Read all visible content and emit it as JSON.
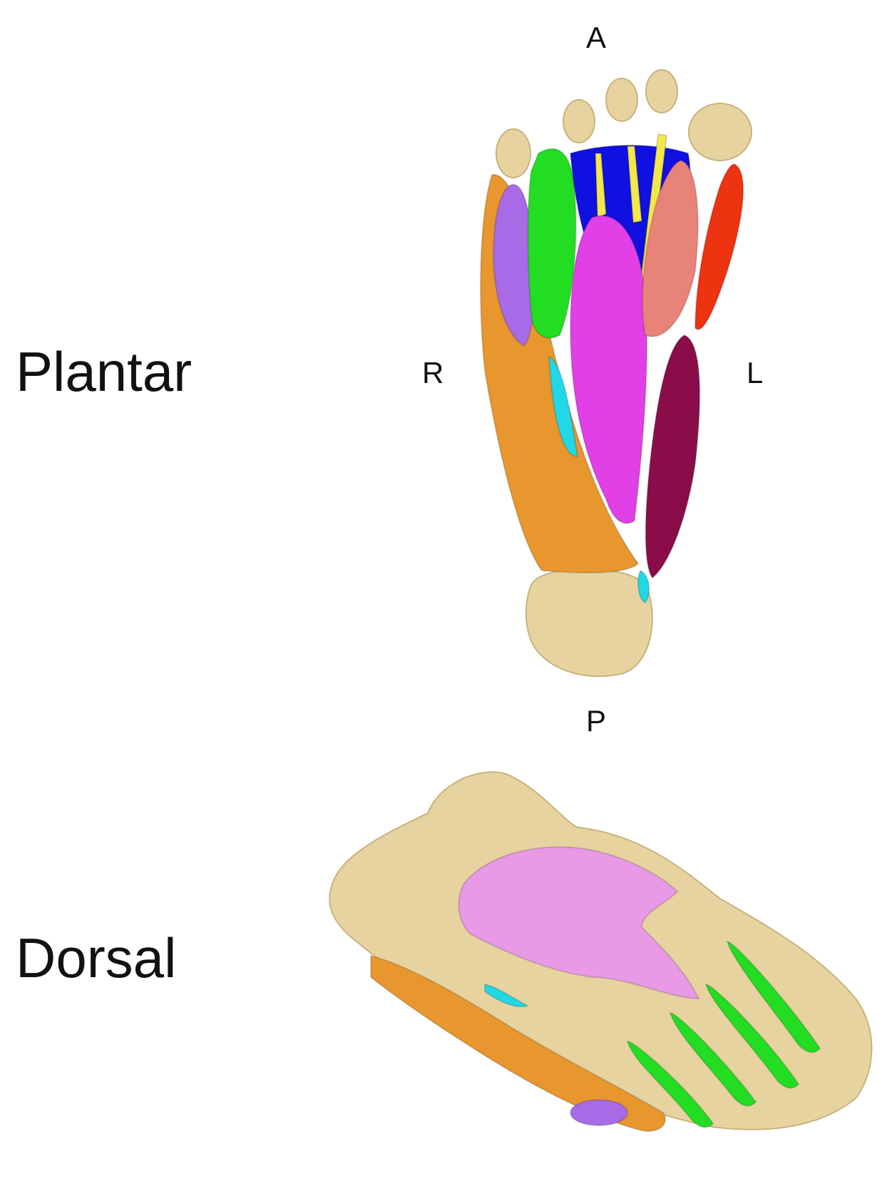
{
  "views": {
    "plantar": {
      "title": "Plantar"
    },
    "dorsal": {
      "title": "Dorsal"
    }
  },
  "orientation": {
    "anterior": "A",
    "posterior": "P",
    "right": "R",
    "left": "L"
  },
  "colors": {
    "bone": "#e6d3a0",
    "bone_shadow": "#c9b37d",
    "orange": "#e8962e",
    "violet": "#a86ae6",
    "green": "#22dd22",
    "blue": "#1010e0",
    "yellow": "#f2e84a",
    "magenta": "#e040e6",
    "salmon": "#e8837a",
    "red": "#ee3311",
    "maroon": "#8a0d4a",
    "cyan": "#22d8e6",
    "pink": "#e89ae6"
  }
}
